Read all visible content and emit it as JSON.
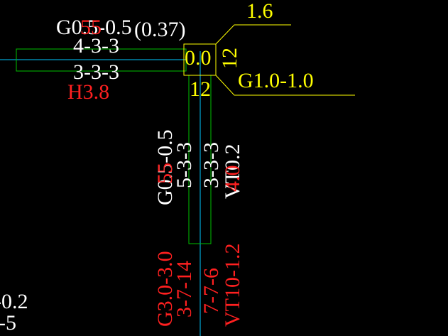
{
  "colors": {
    "background": "#000000",
    "beam_outline": "#00c000",
    "axis_line": "#00c8ff",
    "column_outline": "#ffff00",
    "leader_line": "#ffff00",
    "text_white": "#ffffff",
    "text_red": "#ff2020",
    "text_yellow": "#ffff00"
  },
  "horizontal_beam": {
    "spec": "G0.5-0.5",
    "spec_overlay_red": "55",
    "extra": "(0.37)",
    "top_reinf": "4-3-3",
    "bottom_reinf": "3-3-3",
    "height": "H3.8"
  },
  "column": {
    "value": "0.0",
    "side_right": "12",
    "side_bottom": "12"
  },
  "leader_top": {
    "value": "1.6"
  },
  "leader_bottom": {
    "value": "G1.0-1.0"
  },
  "vertical_beam_upper": {
    "spec": "G0.5-0.5",
    "spec_overlay_red": "55",
    "left_reinf": "5-3-3",
    "right_reinf": "3-3-3",
    "vt": "VT0.2",
    "vt_overlay_red": "4.0"
  },
  "vertical_beam_lower": {
    "spec": "G3.0-3.0",
    "left_reinf": "3-7-14",
    "right_reinf": "7-7-6",
    "vt": "VT10-1.2"
  },
  "left_edge": {
    "top": "0.2",
    "bottom": "5"
  }
}
